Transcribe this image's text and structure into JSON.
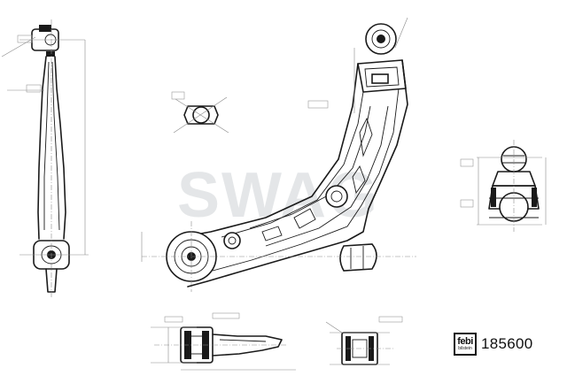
{
  "watermark": "SWAG",
  "brand": {
    "logo_main": "febi",
    "logo_sub": "bilstein"
  },
  "part_number": "185600"
}
